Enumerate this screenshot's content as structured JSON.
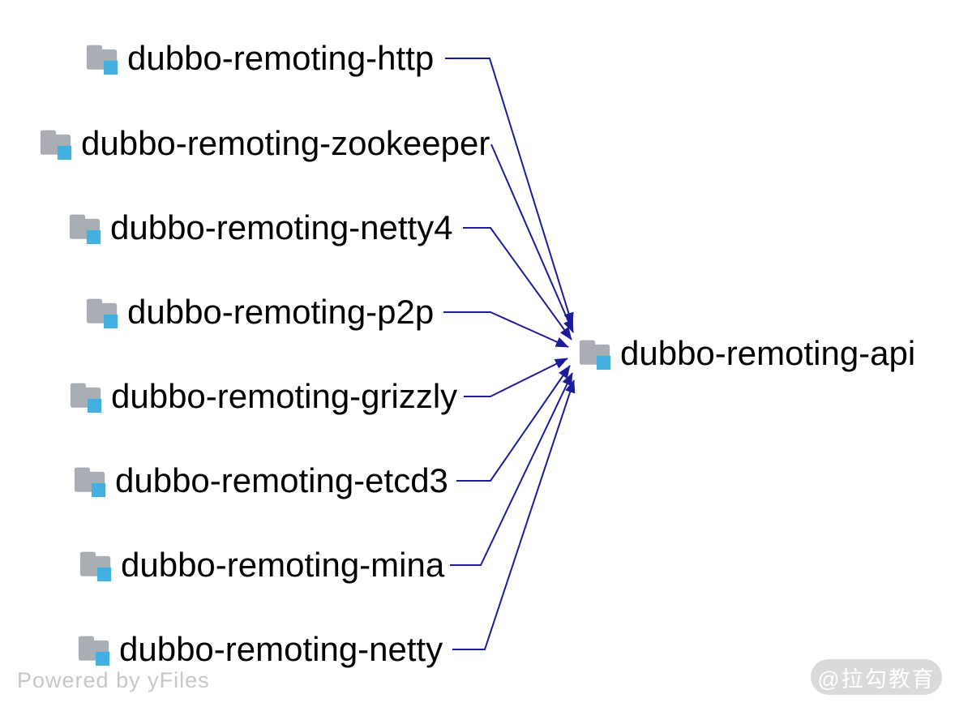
{
  "diagram": {
    "type": "dependency-graph",
    "source_modules": [
      {
        "label": "dubbo-remoting-http"
      },
      {
        "label": "dubbo-remoting-zookeeper"
      },
      {
        "label": "dubbo-remoting-netty4"
      },
      {
        "label": "dubbo-remoting-p2p"
      },
      {
        "label": "dubbo-remoting-grizzly"
      },
      {
        "label": "dubbo-remoting-etcd3"
      },
      {
        "label": "dubbo-remoting-mina"
      },
      {
        "label": "dubbo-remoting-netty"
      }
    ],
    "target_module": {
      "label": "dubbo-remoting-api"
    },
    "edges": [
      {
        "from": "dubbo-remoting-http",
        "to": "dubbo-remoting-api"
      },
      {
        "from": "dubbo-remoting-zookeeper",
        "to": "dubbo-remoting-api"
      },
      {
        "from": "dubbo-remoting-netty4",
        "to": "dubbo-remoting-api"
      },
      {
        "from": "dubbo-remoting-p2p",
        "to": "dubbo-remoting-api"
      },
      {
        "from": "dubbo-remoting-grizzly",
        "to": "dubbo-remoting-api"
      },
      {
        "from": "dubbo-remoting-etcd3",
        "to": "dubbo-remoting-api"
      },
      {
        "from": "dubbo-remoting-mina",
        "to": "dubbo-remoting-api"
      },
      {
        "from": "dubbo-remoting-netty",
        "to": "dubbo-remoting-api"
      }
    ],
    "colors": {
      "edge": "#1c1c9b",
      "folder": "#a9aeb5",
      "folder_accent": "#42b1e2",
      "label": "#000000"
    }
  },
  "watermark": {
    "text": "Powered by yFiles"
  },
  "badge": {
    "text": "@拉勾教育"
  }
}
